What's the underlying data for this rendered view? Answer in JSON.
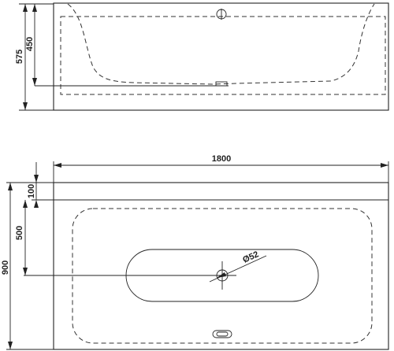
{
  "dimensions": {
    "side_outer_height": "575",
    "side_inner_depth": "450",
    "top_length": "1800",
    "top_rim": "100",
    "top_half_width": "500",
    "top_total_width": "900",
    "drain_diameter": "Ø52"
  }
}
